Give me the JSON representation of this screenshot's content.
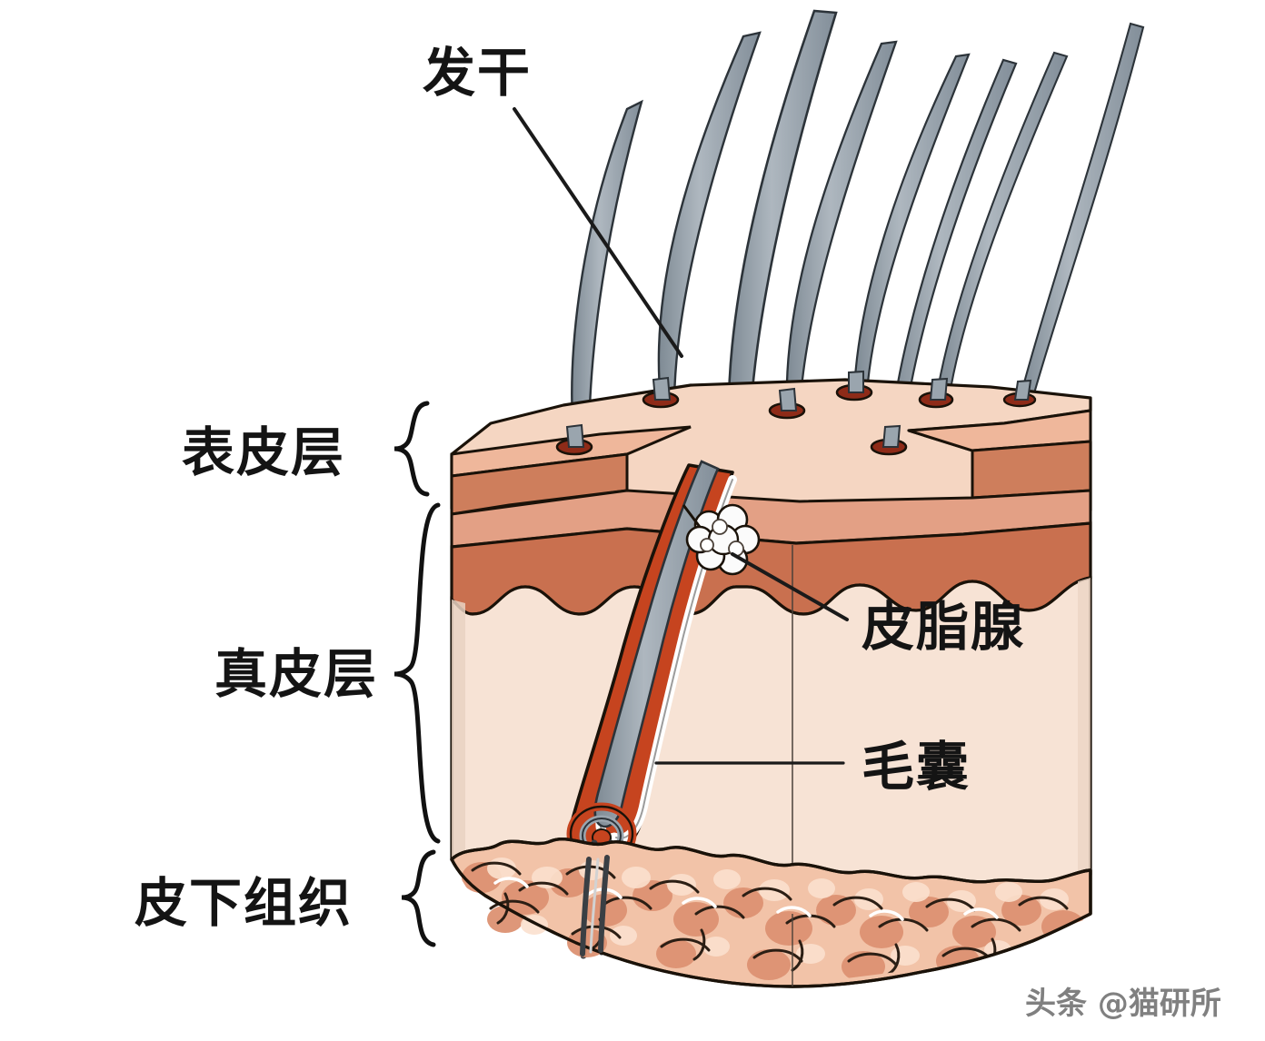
{
  "figure": {
    "kind": "anatomical-cross-section",
    "subject": "skin-and-hair-follicle",
    "background_color": "#ffffff"
  },
  "labels": {
    "hair_shaft": "发干",
    "epidermis": "表皮层",
    "dermis": "真皮层",
    "subcutaneous": "皮下组织",
    "sebaceous_gland": "皮脂腺",
    "hair_follicle": "毛囊"
  },
  "braces": {
    "epidermis": "{",
    "dermis": "{",
    "subcutaneous": "{"
  },
  "watermark": {
    "text": "头条 @猫研所"
  },
  "colors": {
    "skin_surface": "#F5D6C2",
    "epidermis_upper": "#E3A085",
    "epidermis_lower": "#C9704F",
    "dermis": "#F7E3D5",
    "subcutaneous_fat": "#F2C3A8",
    "subcutaneous_shadow": "#D9886A",
    "follicle_sheath": "#C6441F",
    "hair_grey": "#939EA8",
    "hair_grey_light": "#B8C0C7",
    "outline": "#1A1209",
    "pore_dark": "#8E2B18",
    "sebaceous_white": "#FBFBFB",
    "text": "#141414"
  },
  "structures": {
    "hair_shaft_count": 8,
    "pore_count": 7,
    "layer_order": [
      "表皮层",
      "真皮层",
      "皮下组织"
    ]
  }
}
